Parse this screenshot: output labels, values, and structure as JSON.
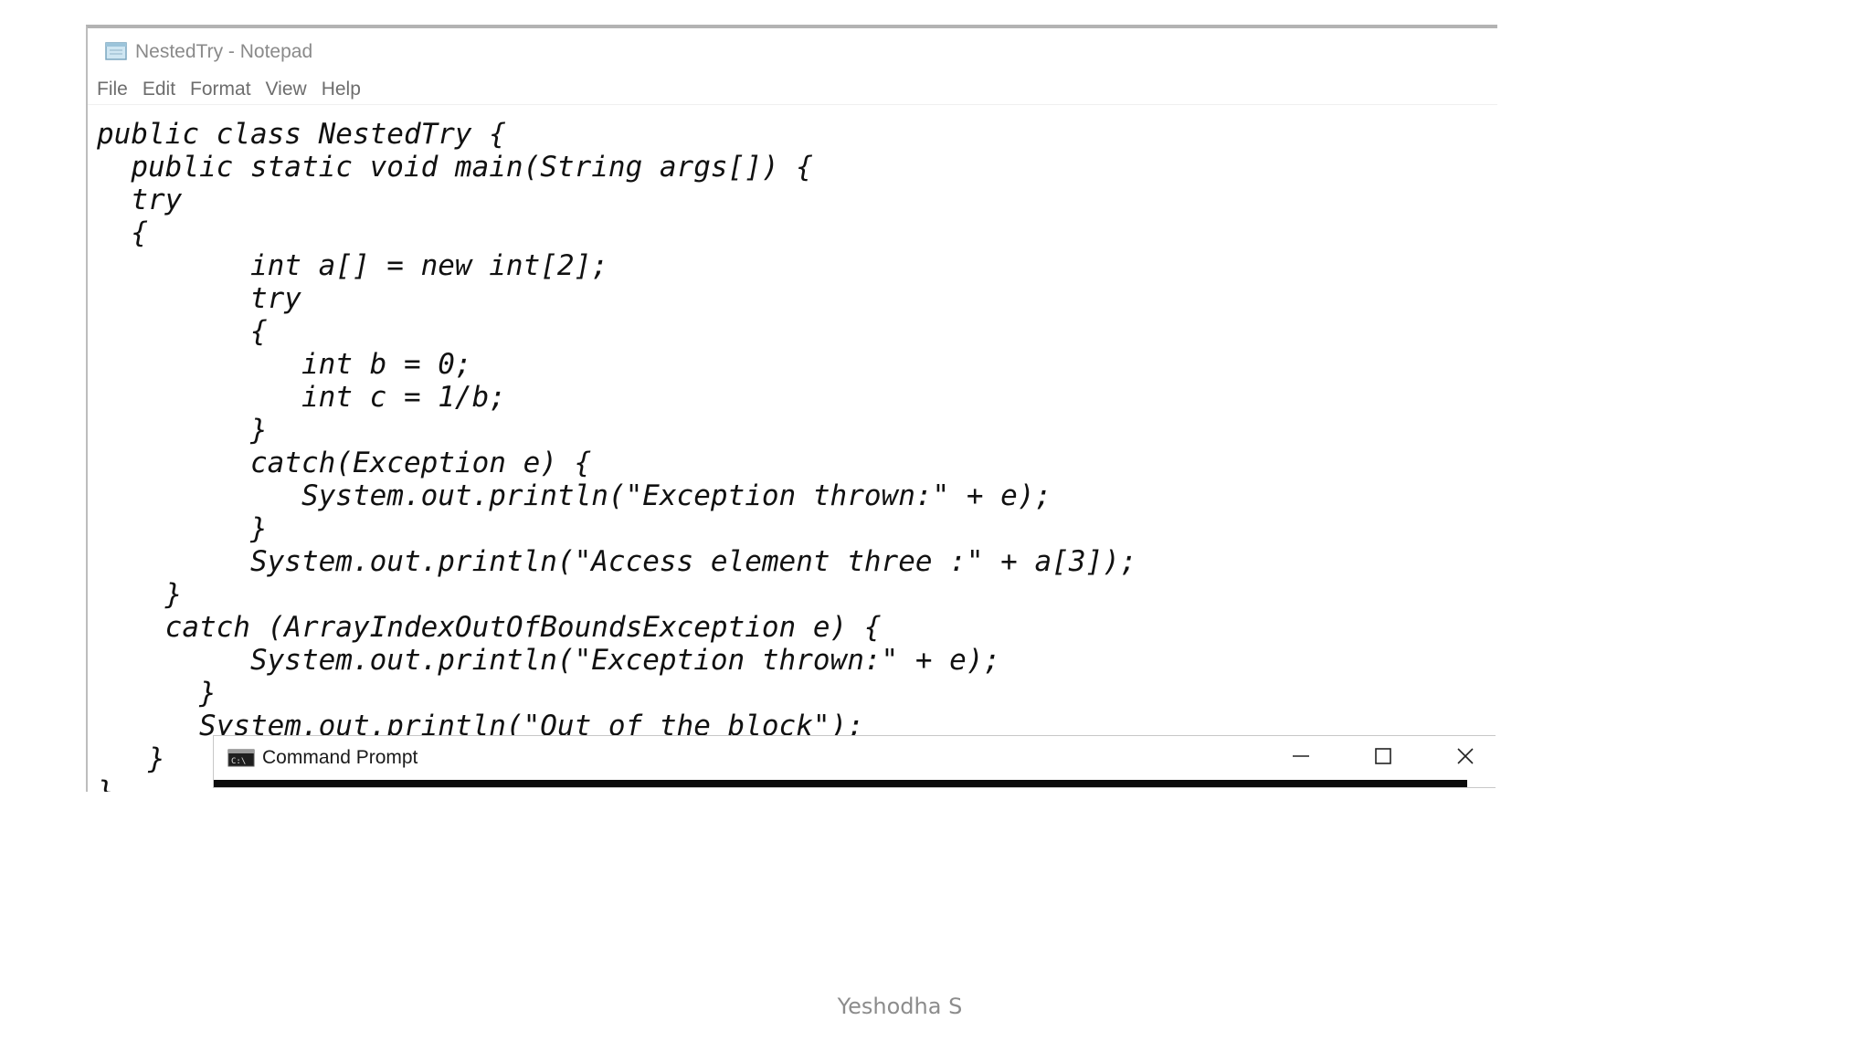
{
  "notepad": {
    "title": "NestedTry - Notepad",
    "icon": "notepad-icon",
    "menu": [
      "File",
      "Edit",
      "Format",
      "View",
      "Help"
    ],
    "code_lines": [
      "public class NestedTry {",
      "  public static void main(String args[]) {",
      "  try",
      "  {",
      "         int a[] = new int[2];",
      "         try",
      "         {",
      "            int b = 0;",
      "            int c = 1/b;",
      "         }",
      "         catch(Exception e) {",
      "            System.out.println(\"Exception thrown:\" + e);",
      "         }",
      "         System.out.println(\"Access element three :\" + a[3]);",
      "    }",
      "    catch (ArrayIndexOutOfBoundsException e) {",
      "         System.out.println(\"Exception thrown:\" + e);",
      "      }",
      "      System.out.println(\"Out of the block\");",
      "   }",
      "}"
    ]
  },
  "cmd": {
    "title": "Command Prompt",
    "icon": "cmd-icon",
    "buttons": [
      "minimize-icon",
      "maximize-icon",
      "close-icon"
    ]
  },
  "footer": {
    "author": "Yeshodha S"
  }
}
